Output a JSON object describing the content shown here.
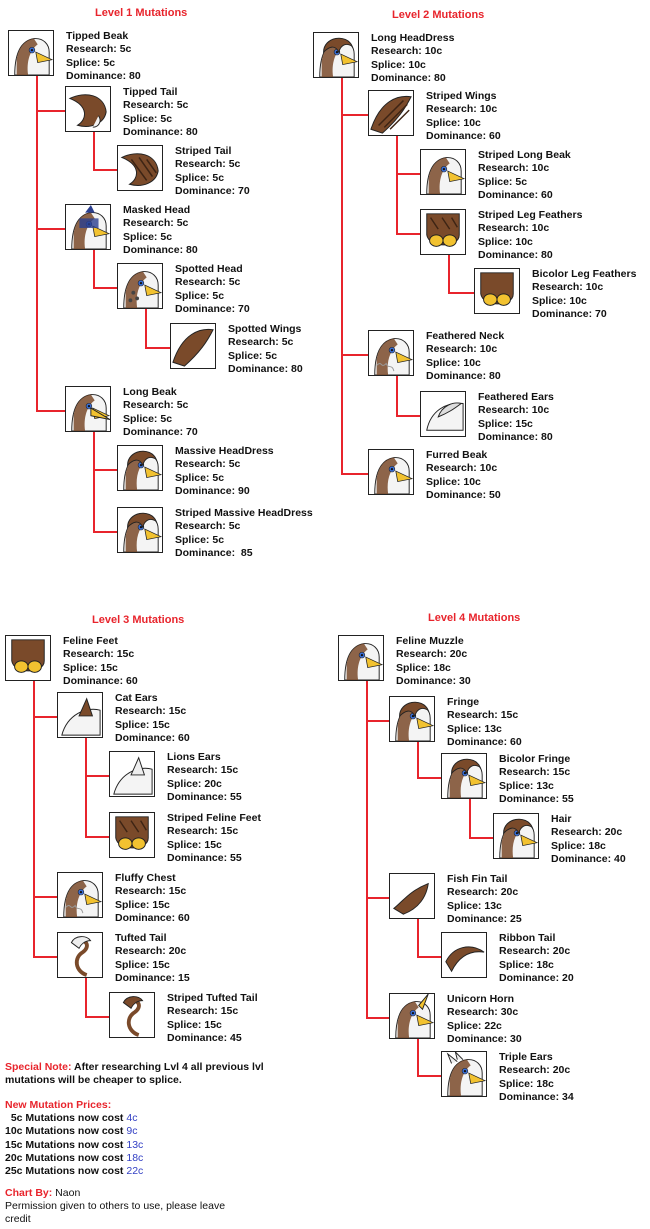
{
  "labels": {
    "research": "Research:",
    "splice": "Splice:",
    "dominance": "Dominance:"
  },
  "colors": {
    "connector": "#e8242c",
    "title": "#e8242c",
    "price_new": "#3340c4",
    "fur": "#7a4a2a",
    "beak": "#f2c230",
    "eye": "#3a6fd8"
  },
  "levels": [
    {
      "title": "Level 1 Mutations",
      "nodes": [
        {
          "name": "Tipped Beak",
          "research": "5c",
          "splice": "5c",
          "dominance": "80",
          "icon": "tipped-beak-icon"
        },
        {
          "name": "Tipped Tail",
          "research": "5c",
          "splice": "5c",
          "dominance": "80",
          "icon": "tipped-tail-icon"
        },
        {
          "name": "Striped Tail",
          "research": "5c",
          "splice": "5c",
          "dominance": "70",
          "icon": "striped-tail-icon"
        },
        {
          "name": "Masked Head",
          "research": "5c",
          "splice": "5c",
          "dominance": "80",
          "icon": "masked-head-icon"
        },
        {
          "name": "Spotted Head",
          "research": "5c",
          "splice": "5c",
          "dominance": "70",
          "icon": "spotted-head-icon"
        },
        {
          "name": "Spotted Wings",
          "research": "5c",
          "splice": "5c",
          "dominance": "80",
          "icon": "spotted-wings-icon"
        },
        {
          "name": "Long Beak",
          "research": "5c",
          "splice": "5c",
          "dominance": "70",
          "icon": "long-beak-icon"
        },
        {
          "name": "Massive HeadDress",
          "research": "5c",
          "splice": "5c",
          "dominance": "90",
          "icon": "massive-headdress-icon"
        },
        {
          "name": "Striped Massive HeadDress",
          "research": "5c",
          "splice": "5c",
          "dominance": " 85",
          "icon": "striped-massive-headdress-icon"
        }
      ]
    },
    {
      "title": "Level 2 Mutations",
      "nodes": [
        {
          "name": "Long HeadDress",
          "research": "10c",
          "splice": "10c",
          "dominance": "80",
          "icon": "long-headdress-icon"
        },
        {
          "name": "Striped Wings",
          "research": "10c",
          "splice": "10c",
          "dominance": "60",
          "icon": "striped-wings-icon"
        },
        {
          "name": "Striped Long Beak",
          "research": "10c",
          "splice": "5c",
          "dominance": "60",
          "icon": "striped-long-beak-icon"
        },
        {
          "name": "Striped Leg Feathers",
          "research": "10c",
          "splice": "10c",
          "dominance": "80",
          "icon": "striped-leg-feathers-icon"
        },
        {
          "name": "Bicolor Leg Feathers",
          "research": "10c",
          "splice": "10c",
          "dominance": "70",
          "icon": "bicolor-leg-feathers-icon"
        },
        {
          "name": "Feathered Neck",
          "research": "10c",
          "splice": "10c",
          "dominance": "80",
          "icon": "feathered-neck-icon"
        },
        {
          "name": "Feathered Ears",
          "research": "10c",
          "splice": "15c",
          "dominance": "80",
          "icon": "feathered-ears-icon"
        },
        {
          "name": "Furred Beak",
          "research": "10c",
          "splice": "10c",
          "dominance": "50",
          "icon": "furred-beak-icon"
        }
      ]
    },
    {
      "title": "Level 3 Mutations",
      "nodes": [
        {
          "name": "Feline Feet",
          "research": "15c",
          "splice": "15c",
          "dominance": "60",
          "icon": "feline-feet-icon"
        },
        {
          "name": "Cat Ears",
          "research": "15c",
          "splice": "15c",
          "dominance": "60",
          "icon": "cat-ears-icon"
        },
        {
          "name": "Lions Ears",
          "research": "15c",
          "splice": "20c",
          "dominance": "55",
          "icon": "lions-ears-icon"
        },
        {
          "name": "Striped Feline Feet",
          "research": "15c",
          "splice": "15c",
          "dominance": "55",
          "icon": "striped-feline-feet-icon"
        },
        {
          "name": "Fluffy Chest",
          "research": "15c",
          "splice": "15c",
          "dominance": "60",
          "icon": "fluffy-chest-icon"
        },
        {
          "name": "Tufted Tail",
          "research": "20c",
          "splice": "15c",
          "dominance": "15",
          "icon": "tufted-tail-icon"
        },
        {
          "name": "Striped Tufted Tail",
          "research": "15c",
          "splice": "15c",
          "dominance": "45",
          "icon": "striped-tufted-tail-icon"
        }
      ]
    },
    {
      "title": "Level 4 Mutations",
      "nodes": [
        {
          "name": "Feline Muzzle",
          "research": "20c",
          "splice": "18c",
          "dominance": "30",
          "icon": "feline-muzzle-icon"
        },
        {
          "name": "Fringe",
          "research": "15c",
          "splice": "13c",
          "dominance": "60",
          "icon": "fringe-icon"
        },
        {
          "name": "Bicolor Fringe",
          "research": "15c",
          "splice": "13c",
          "dominance": "55",
          "icon": "bicolor-fringe-icon"
        },
        {
          "name": "Hair",
          "research": "20c",
          "splice": "18c",
          "dominance": "40",
          "icon": "hair-icon"
        },
        {
          "name": "Fish Fin Tail",
          "research": "20c",
          "splice": "13c",
          "dominance": "25",
          "icon": "fish-fin-tail-icon"
        },
        {
          "name": "Ribbon Tail",
          "research": "20c",
          "splice": "18c",
          "dominance": "20",
          "icon": "ribbon-tail-icon"
        },
        {
          "name": "Unicorn Horn",
          "research": "30c",
          "splice": "22c",
          "dominance": "30",
          "icon": "unicorn-horn-icon"
        },
        {
          "name": "Triple Ears",
          "research": "20c",
          "splice": "18c",
          "dominance": "34",
          "icon": "triple-ears-icon"
        }
      ]
    }
  ],
  "special_note": {
    "label": "Special Note:",
    "text_line1": " After researching Lvl 4 all previous lvl",
    "text_line2": "mutations will be cheaper to splice."
  },
  "prices": {
    "title": "New Mutation Prices:",
    "rows": [
      {
        "text": "  5c Mutations now cost ",
        "value": "4c"
      },
      {
        "text": "10c Mutations now cost ",
        "value": "9c"
      },
      {
        "text": "15c Mutations now cost ",
        "value": "13c"
      },
      {
        "text": "20c Mutations now cost ",
        "value": "18c"
      },
      {
        "text": "25c Mutations now cost ",
        "value": "22c"
      }
    ]
  },
  "credits": {
    "label": "Chart By:",
    "author": " Naon",
    "permission_line1": "Permission given to others to use, please leave",
    "permission_line2": "credit"
  }
}
